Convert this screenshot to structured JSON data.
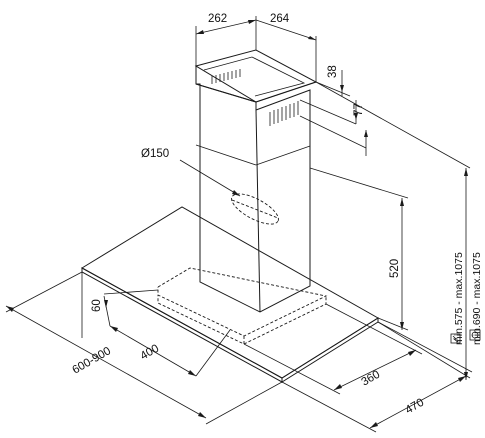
{
  "dimensions": {
    "chimney_width": "262",
    "chimney_depth": "264",
    "vent_top": "38",
    "vent_height": "77",
    "duct_diameter": "Ø150",
    "canopy_height": "520",
    "front_offset": "60",
    "outlet_offset": "400",
    "canopy_width": "600-900",
    "outlet_depth": "360",
    "canopy_depth": "470"
  },
  "install_heights": {
    "electric": "min.575 - max.1075",
    "gas": "min.690 - max.1075"
  },
  "icons": {
    "electric": "electric-hob-icon",
    "gas": "gas-hob-icon"
  }
}
